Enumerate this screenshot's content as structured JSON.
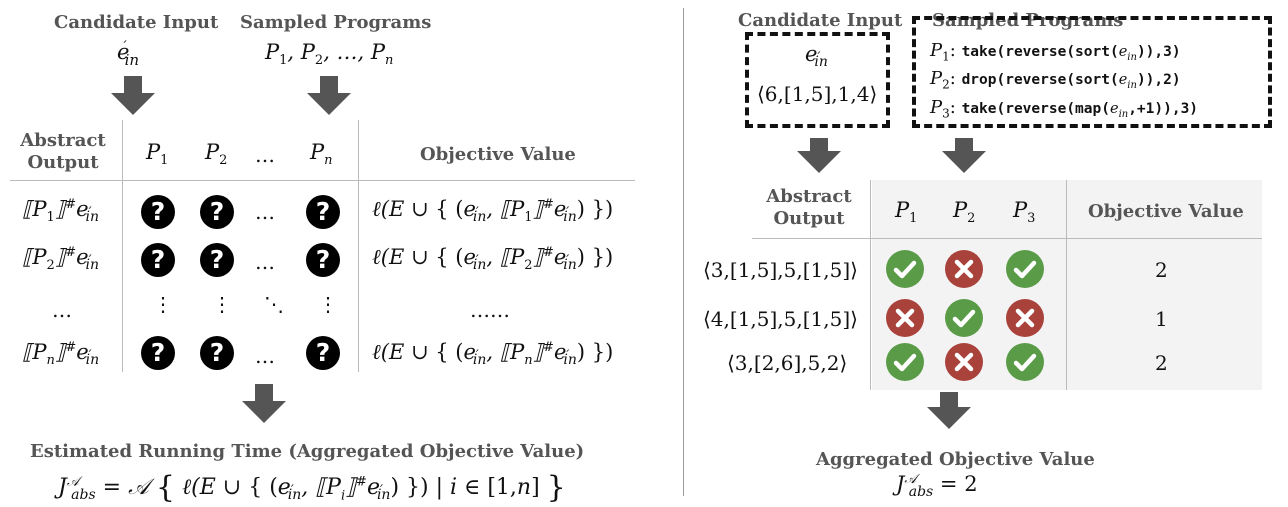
{
  "left": {
    "candidate_input_label": "Candidate Input",
    "candidate_input_symbol": "e′in",
    "sampled_programs_label": "Sampled Programs",
    "sampled_programs_symbol": "P1, P2, …, Pn",
    "abstract_output_label_1": "Abstract",
    "abstract_output_label_2": "Output",
    "objective_value_label": "Objective Value",
    "columns": [
      "P1",
      "P2",
      "…",
      "Pn"
    ],
    "rows": [
      {
        "abstract": "[[P1]]#e′in",
        "cells": [
          "?",
          "?",
          "…",
          "?"
        ],
        "objective": "ℓ(E ∪ { (e′in, [[P1]]#e′in) })"
      },
      {
        "abstract": "[[P2]]#e′in",
        "cells": [
          "?",
          "?",
          "…",
          "?"
        ],
        "objective": "ℓ(E ∪ { (e′in, [[P2]]#e′in) })"
      },
      {
        "abstract": "…",
        "cells": [
          "⋮",
          "⋮",
          "⋱",
          "⋮"
        ],
        "objective": "……"
      },
      {
        "abstract": "[[Pn]]#e′in",
        "cells": [
          "?",
          "?",
          "…",
          "?"
        ],
        "objective": "ℓ(E ∪ { (e′in, [[Pn]]#e′in) })"
      }
    ],
    "estimated_label": "Estimated Running Time (Aggregated Objective Value)",
    "estimated_formula": "JAabs = A { ℓ(E ∪ { (e′in, [[Pi]]#e′in) }) | i ∈ [1,n] }"
  },
  "right": {
    "candidate_input_label": "Candidate Input",
    "candidate_input_symbol": "e′in",
    "candidate_input_value": "⟨6,[1,5],1,4⟩",
    "sampled_programs_label": "Sampled Programs",
    "programs": [
      {
        "name": "P1",
        "code": "take(reverse(sort(ein)),3)"
      },
      {
        "name": "P2",
        "code": "drop(reverse(sort(ein)),2)"
      },
      {
        "name": "P3",
        "code": "take(reverse(map(ein,+1)),3)"
      }
    ],
    "abstract_output_label_1": "Abstract",
    "abstract_output_label_2": "Output",
    "objective_value_label": "Objective Value",
    "columns": [
      "P1",
      "P2",
      "P3"
    ],
    "rows": [
      {
        "abstract": "⟨3,[1,5],5,[1,5]⟩",
        "cells": [
          "check",
          "cross",
          "check"
        ],
        "objective": "2"
      },
      {
        "abstract": "⟨4,[1,5],5,[1,5]⟩",
        "cells": [
          "cross",
          "check",
          "cross"
        ],
        "objective": "1"
      },
      {
        "abstract": "⟨3,[2,6],5,2⟩",
        "cells": [
          "check",
          "cross",
          "check"
        ],
        "objective": "2"
      }
    ],
    "aggregated_label": "Aggregated Objective Value",
    "aggregated_formula": "JAabs = 2"
  },
  "colors": {
    "arrow": "#555555",
    "check": "#5a9b48",
    "cross": "#a8423b",
    "header": "#555555"
  }
}
